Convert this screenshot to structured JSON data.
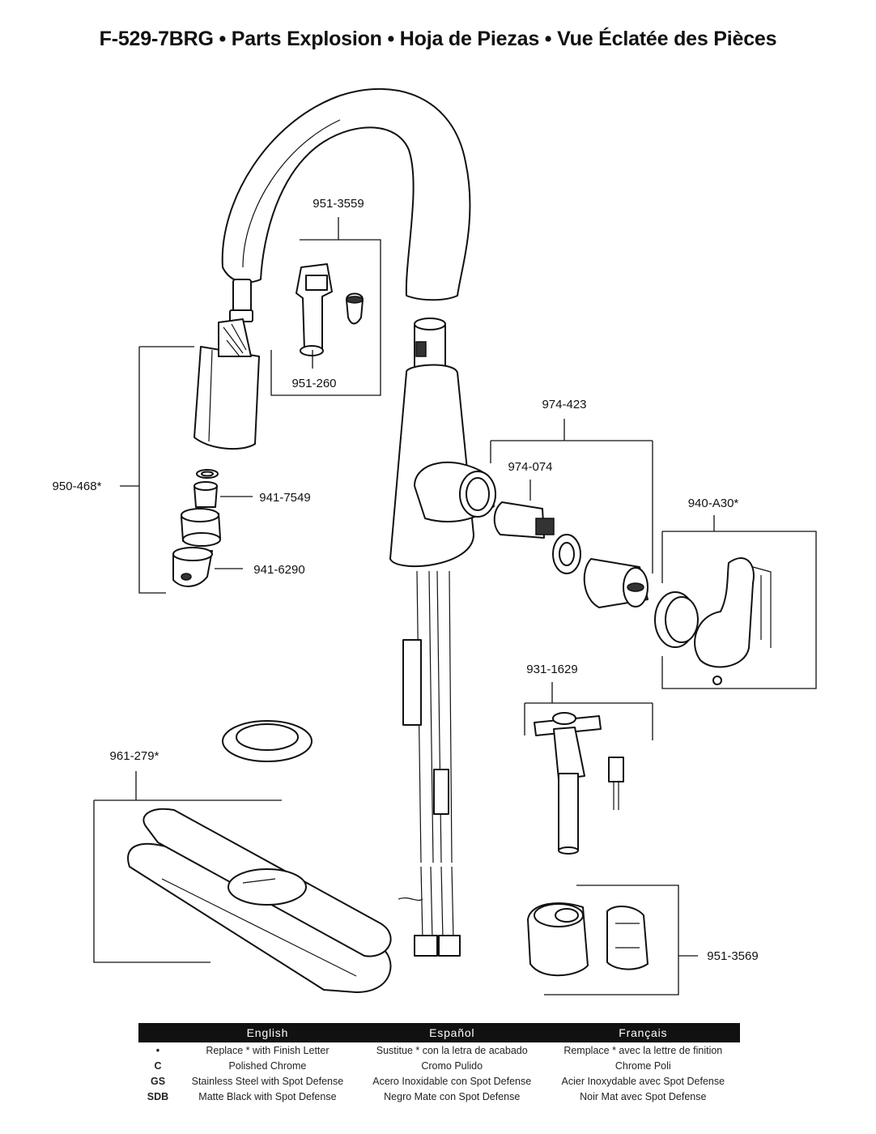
{
  "title": "F-529-7BRG • Parts Explosion  • Hoja de Piezas •  Vue Éclatée des Pièces",
  "parts": {
    "p951_3559": "951-3559",
    "p951_260": "951-260",
    "p950_468": "950-468*",
    "p941_7549": "941-7549",
    "p941_6290": "941-6290",
    "p974_423": "974-423",
    "p974_074": "974-074",
    "p940_A30": "940-A30*",
    "p931_1629": "931-1629",
    "p961_279": "961-279*",
    "p951_3569": "951-3569"
  },
  "legend": {
    "headers": [
      "English",
      "Español",
      "Français"
    ],
    "rows": [
      {
        "code": "•",
        "en": "Replace * with Finish Letter",
        "es": "Sustitue * con la letra de acabado",
        "fr": "Remplace * avec la lettre de finition"
      },
      {
        "code": "C",
        "en": "Polished Chrome",
        "es": "Cromo Pulido",
        "fr": "Chrome Poli"
      },
      {
        "code": "GS",
        "en": "Stainless Steel with Spot Defense",
        "es": "Acero Inoxidable con Spot Defense",
        "fr": "Acier Inoxydable avec Spot Defense"
      },
      {
        "code": "SDB",
        "en": "Matte Black with Spot Defense",
        "es": "Negro Mate con Spot Defense",
        "fr": "Noir Mat avec Spot Defense"
      }
    ]
  }
}
